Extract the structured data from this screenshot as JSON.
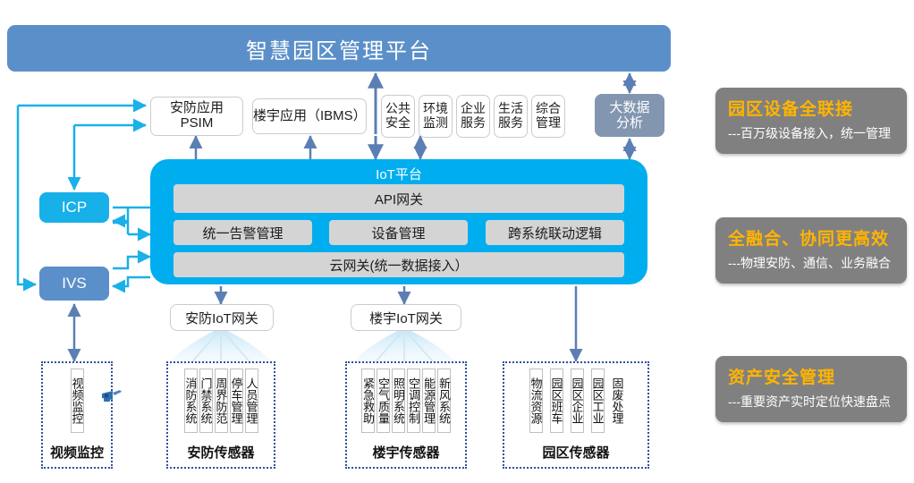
{
  "header": {
    "title": "智慧园区管理平台"
  },
  "apps": [
    {
      "label": "安防应用\nPSIM",
      "name": "app-psim"
    },
    {
      "label": "楼宇应用（IBMS）",
      "name": "app-ibms"
    },
    {
      "label": "公共\n安全",
      "name": "app-public-safety"
    },
    {
      "label": "环境\n监测",
      "name": "app-environment-monitor"
    },
    {
      "label": "企业\n服务",
      "name": "app-enterprise-service"
    },
    {
      "label": "生活\n服务",
      "name": "app-life-service"
    },
    {
      "label": "综合\n管理",
      "name": "app-comprehensive-mgmt"
    }
  ],
  "bigdata": {
    "label": "大数据\n分析"
  },
  "iot": {
    "title": "IoT平台",
    "api_gateway": "API网关",
    "modules": [
      "统一告警管理",
      "设备管理",
      "跨系统联动逻辑"
    ],
    "cloud_gateway": "云网关(统一数据接入）"
  },
  "left_boxes": [
    {
      "label": "ICP",
      "color": "#17b0e8"
    },
    {
      "label": "IVS",
      "color": "#5b8fc9"
    }
  ],
  "gateways": [
    {
      "label": "安防IoT网关"
    },
    {
      "label": "楼宇IoT网关"
    }
  ],
  "groups": [
    {
      "caption": "视频监控",
      "items": [
        "视频监控"
      ],
      "icon": "camera-icon"
    },
    {
      "caption": "安防传感器",
      "items": [
        "消防系统",
        "门禁系统",
        "周界防范",
        "停车管理",
        "人员管理"
      ]
    },
    {
      "caption": "楼宇传感器",
      "items": [
        "紧急救助",
        "空气质量",
        "照明系统",
        "空调控制",
        "能源管理",
        "新风系统"
      ]
    },
    {
      "caption": "园区传感器",
      "items": [
        "物流资源",
        "园区班车",
        "园区企业",
        "园区工业",
        "固废处理"
      ]
    }
  ],
  "cards": [
    {
      "heading": "园区设备全联接",
      "sub": "---百万级设备接入，统一管理"
    },
    {
      "heading": "全融合、协同更高效",
      "sub": "---物理安防、通信、业务融合"
    },
    {
      "heading": "资产安全管理",
      "sub": "---重要资产实时定位快速盘点"
    }
  ],
  "colors": {
    "header_blue": "#5b8fc9",
    "iot_cyan": "#00aeef",
    "card_gray": "#808080",
    "card_heading_orange": "#ffb400",
    "arrow_cyan": "#1ab0e8",
    "arrow_blue": "#5b7fb4"
  }
}
